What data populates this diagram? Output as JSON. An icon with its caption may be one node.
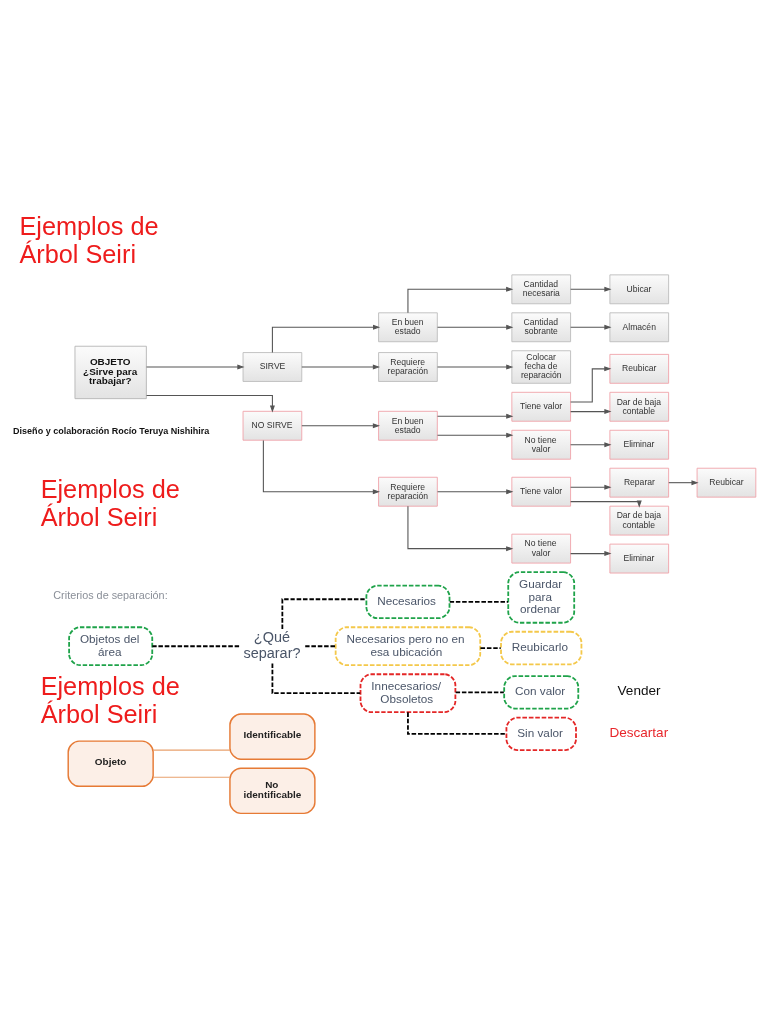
{
  "diagram": {
    "title": "Ejemplos de Árbol Seiri",
    "nodes": [
      {
        "text": [
          "OBJETO",
          "¿Sirve para trabajar?"
        ]
      },
      {
        "text": [
          "SIRVE"
        ]
      },
      {
        "text": [
          "En buen estado"
        ]
      },
      {
        "text": [
          "Cantidad necesaria"
        ]
      },
      {
        "text": [
          "Ubicar"
        ]
      },
      {
        "text": [
          "Cantidad sobrante"
        ]
      },
      {
        "text": [
          "Almacén"
        ]
      },
      {
        "text": [
          "Requiere reparación"
        ]
      },
      {
        "text": [
          "Colocar fecha de reparación"
        ]
      },
      {
        "text": [
          "NO SIRVE"
        ]
      },
      {
        "text": [
          "En buen estado"
        ]
      },
      {
        "text": [
          "Tiene valor"
        ]
      },
      {
        "text": [
          "Reubicar"
        ]
      },
      {
        "text": [
          "Dar de baja contable"
        ]
      },
      {
        "text": [
          "No tiene valor"
        ]
      },
      {
        "text": [
          "Eliminar"
        ]
      },
      {
        "text": [
          "Requiere reparación"
        ]
      },
      {
        "text": [
          "Tiene valor"
        ]
      },
      {
        "text": [
          "Reparar"
        ]
      },
      {
        "text": [
          "Reubicar"
        ]
      },
      {
        "text": [
          "Dar de baja contable"
        ]
      },
      {
        "text": [
          "No tiene valor"
        ]
      },
      {
        "text": [
          "Eliminar"
        ]
      },
      {
        "text": [
          "Objetos del área"
        ]
      },
      {
        "text": [
          "¿Qué separar?"
        ]
      },
      {
        "text": [
          "Necesarios"
        ]
      },
      {
        "text": [
          "Guardar para ordenar"
        ]
      },
      {
        "text": [
          "Necesarios pero no en esa ubicación"
        ]
      },
      {
        "text": [
          "Reubicarlo"
        ]
      },
      {
        "text": [
          "Innecesarios/ Obsoletos"
        ]
      },
      {
        "text": [
          "Con valor"
        ],
        "beside": [
          "Vender"
        ]
      },
      {
        "text": [
          "Sin valor"
        ],
        "beside": [
          "Descartar"
        ]
      },
      {
        "text": [
          "Objeto"
        ]
      },
      {
        "text": [
          "Identificable"
        ]
      },
      {
        "text": [
          "No identificable"
        ]
      }
    ],
    "edges": [
      {
        "from": 0,
        "to": 1,
        "arrow": "to"
      },
      {
        "from": 0,
        "to": 9,
        "arrow": "to"
      },
      {
        "from": 1,
        "to": 2,
        "arrow": "to"
      },
      {
        "from": 1,
        "to": 7,
        "arrow": "to"
      },
      {
        "from": 2,
        "to": 3,
        "arrow": "to"
      },
      {
        "from": 2,
        "to": 5,
        "arrow": "to"
      },
      {
        "from": 3,
        "to": 4,
        "arrow": "to"
      },
      {
        "from": 5,
        "to": 6,
        "arrow": "to"
      },
      {
        "from": 7,
        "to": 8,
        "arrow": "to"
      },
      {
        "from": 9,
        "to": 10,
        "arrow": "to"
      },
      {
        "from": 9,
        "to": 16,
        "arrow": "to"
      },
      {
        "from": 10,
        "to": 11,
        "arrow": "to"
      },
      {
        "from": 10,
        "to": 14,
        "arrow": "to"
      },
      {
        "from": 11,
        "to": 12,
        "arrow": "to"
      },
      {
        "from": 11,
        "to": 13,
        "arrow": "to"
      },
      {
        "from": 14,
        "to": 15,
        "arrow": "to"
      },
      {
        "from": 16,
        "to": 17,
        "arrow": "to"
      },
      {
        "from": 16,
        "to": 21,
        "arrow": "to"
      },
      {
        "from": 17,
        "to": 18,
        "arrow": "to"
      },
      {
        "from": 17,
        "to": 20,
        "arrow": "to"
      },
      {
        "from": 18,
        "to": 19,
        "arrow": "to"
      },
      {
        "from": 21,
        "to": 22,
        "arrow": "to"
      },
      {
        "from": 23,
        "to": 24,
        "arrow": "none",
        "style": "dashed",
        "color": "#000000"
      },
      {
        "from": 24,
        "to": 25,
        "arrow": "none",
        "style": "dashed",
        "color": "#000000"
      },
      {
        "from": 25,
        "to": 26,
        "arrow": "none",
        "style": "dashed",
        "color": "#000000"
      },
      {
        "from": 24,
        "to": 27,
        "arrow": "none",
        "style": "dashed",
        "color": "#000000"
      },
      {
        "from": 27,
        "to": 28,
        "arrow": "none",
        "style": "dashed",
        "color": "#000000"
      },
      {
        "from": 24,
        "to": 29,
        "arrow": "none",
        "style": "dashed",
        "color": "#000000"
      },
      {
        "from": 29,
        "to": 30,
        "arrow": "none",
        "style": "dashed",
        "color": "#000000"
      },
      {
        "from": 29,
        "to": 31,
        "arrow": "none",
        "style": "dashed",
        "color": "#000000"
      },
      {
        "from": 32,
        "to": 33,
        "arrow": "none",
        "color": "#e8a06c"
      },
      {
        "from": 32,
        "to": 34,
        "arrow": "none",
        "color": "#e8a06c"
      }
    ],
    "labels": [
      "Diseño y colaboración Rocío Teruya Nishihira",
      "Ejemplos de Árbol Seiri",
      "Criterios de separación:",
      "Ejemplos de Árbol Seiri"
    ]
  }
}
